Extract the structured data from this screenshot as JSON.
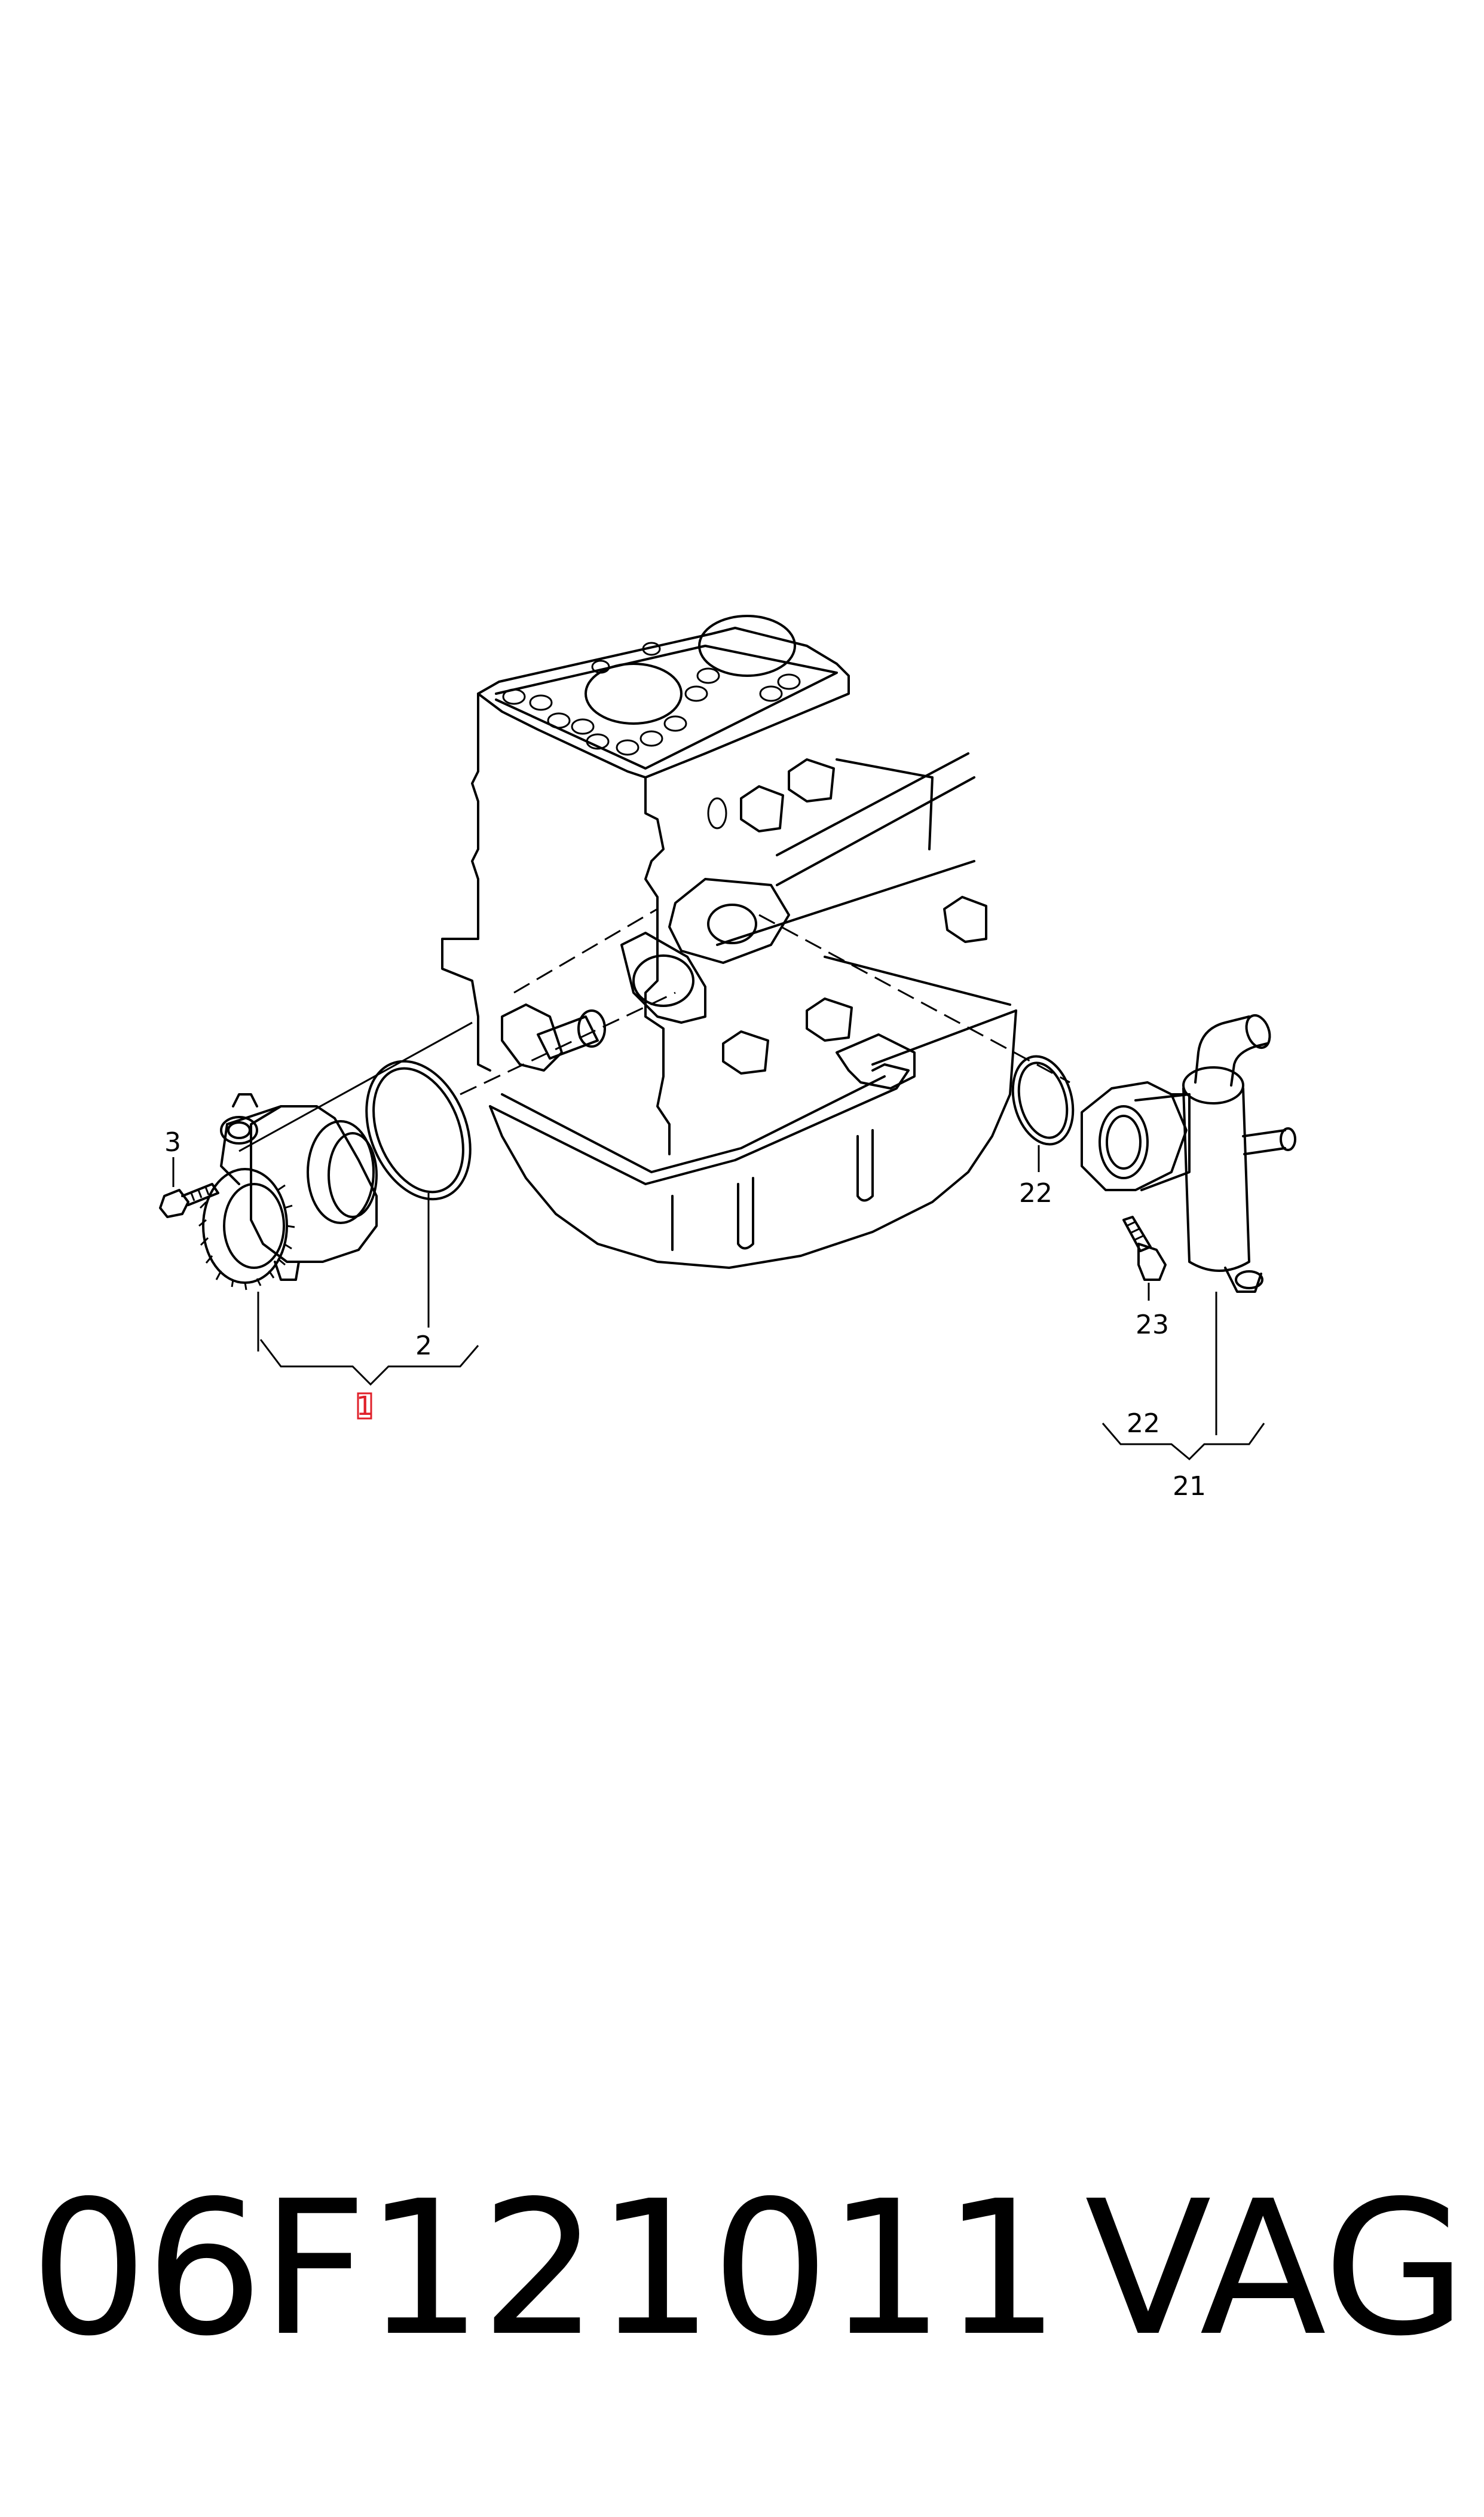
{
  "callouts": {
    "c1": "1",
    "c2": "2",
    "c3": "3",
    "c21": "21",
    "c22_ring": "22",
    "c22_group": "22",
    "c23": "23"
  },
  "footer": {
    "part_number": "06F121011",
    "brand": "VAG"
  },
  "colors": {
    "line": "#000000",
    "highlight": "#e0202a"
  }
}
